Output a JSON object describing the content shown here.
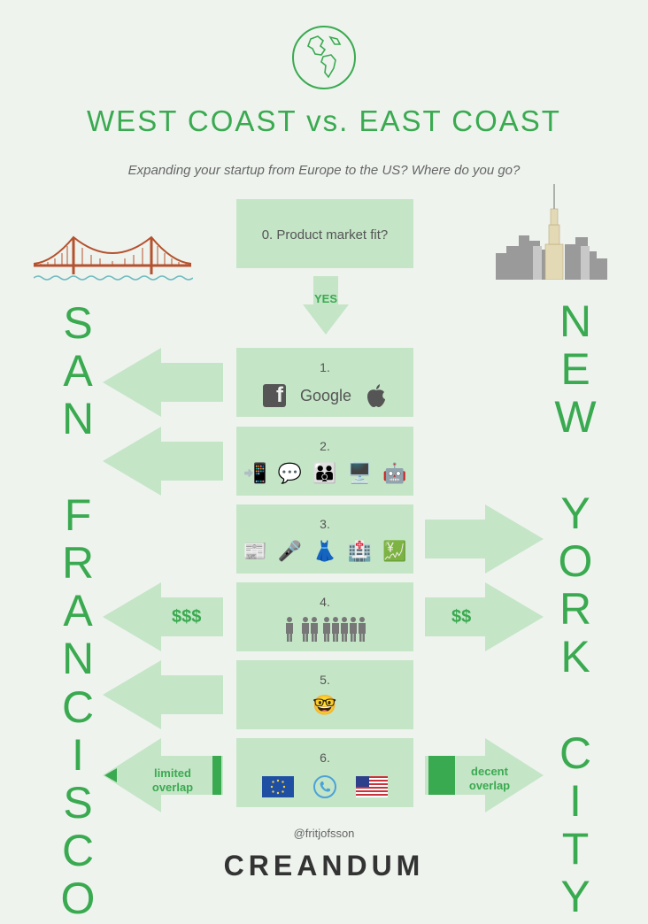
{
  "title": "WEST COAST vs. EAST COAST",
  "subtitle": "Expanding your startup from Europe to the US? Where do you go?",
  "left_city": [
    "S",
    "A",
    "N",
    " ",
    "F",
    "R",
    "A",
    "N",
    "C",
    "I",
    "S",
    "C",
    "O"
  ],
  "right_city": [
    "N",
    "E",
    "W",
    " ",
    "Y",
    "O",
    "R",
    "K",
    " ",
    "C",
    "I",
    "T",
    "Y"
  ],
  "steps": [
    {
      "num": "0. Product market fit?"
    },
    {
      "num": "1.",
      "icons": [
        "facebook-icon",
        "google-logo",
        "apple-icon"
      ],
      "google": "Google"
    },
    {
      "num": "2.",
      "icons": [
        "📲",
        "💬",
        "👪",
        "🖥️",
        "🤖"
      ]
    },
    {
      "num": "3.",
      "icons": [
        "📰",
        "🎤",
        "👗",
        "🏥",
        "💹"
      ]
    },
    {
      "num": "4.",
      "icons": [
        "👥",
        "👥",
        "👥"
      ]
    },
    {
      "num": "5.",
      "icons": [
        "🤓"
      ]
    },
    {
      "num": "6.",
      "icons": [
        "eu-flag",
        "phone-icon",
        "us-flag"
      ]
    }
  ],
  "yes_label": "YES",
  "money_west": "$$$",
  "money_east": "$$",
  "overlap_west": "limited overlap",
  "overlap_east": "decent overlap",
  "handle": "@fritjofsson",
  "brand": "CREANDUM",
  "colors": {
    "green": "#3aaa50",
    "light_green": "#c5e5c7",
    "background": "#eef3ee"
  }
}
